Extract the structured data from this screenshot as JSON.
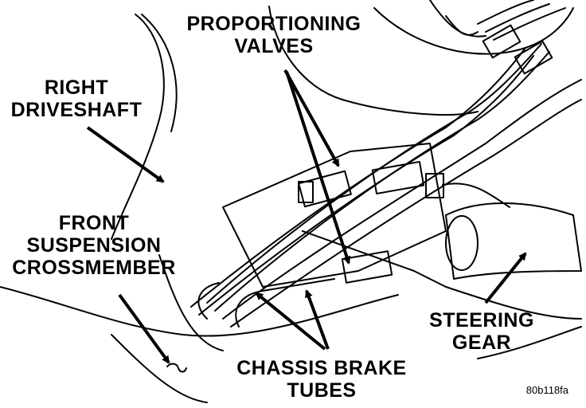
{
  "diagram": {
    "labels": {
      "proportioning_valves": [
        "PROPORTIONING",
        "VALVES"
      ],
      "right_driveshaft": [
        "RIGHT",
        "DRIVESHAFT"
      ],
      "front_suspension_crossmember": [
        "FRONT",
        "SUSPENSION",
        "CROSSMEMBER"
      ],
      "steering_gear": [
        "STEERING",
        "GEAR"
      ],
      "chassis_brake_tubes": [
        "CHASSIS BRAKE",
        "TUBES"
      ]
    },
    "figure_code": "80b118fa",
    "colors": {
      "line": "#000000",
      "background": "#ffffff"
    }
  }
}
